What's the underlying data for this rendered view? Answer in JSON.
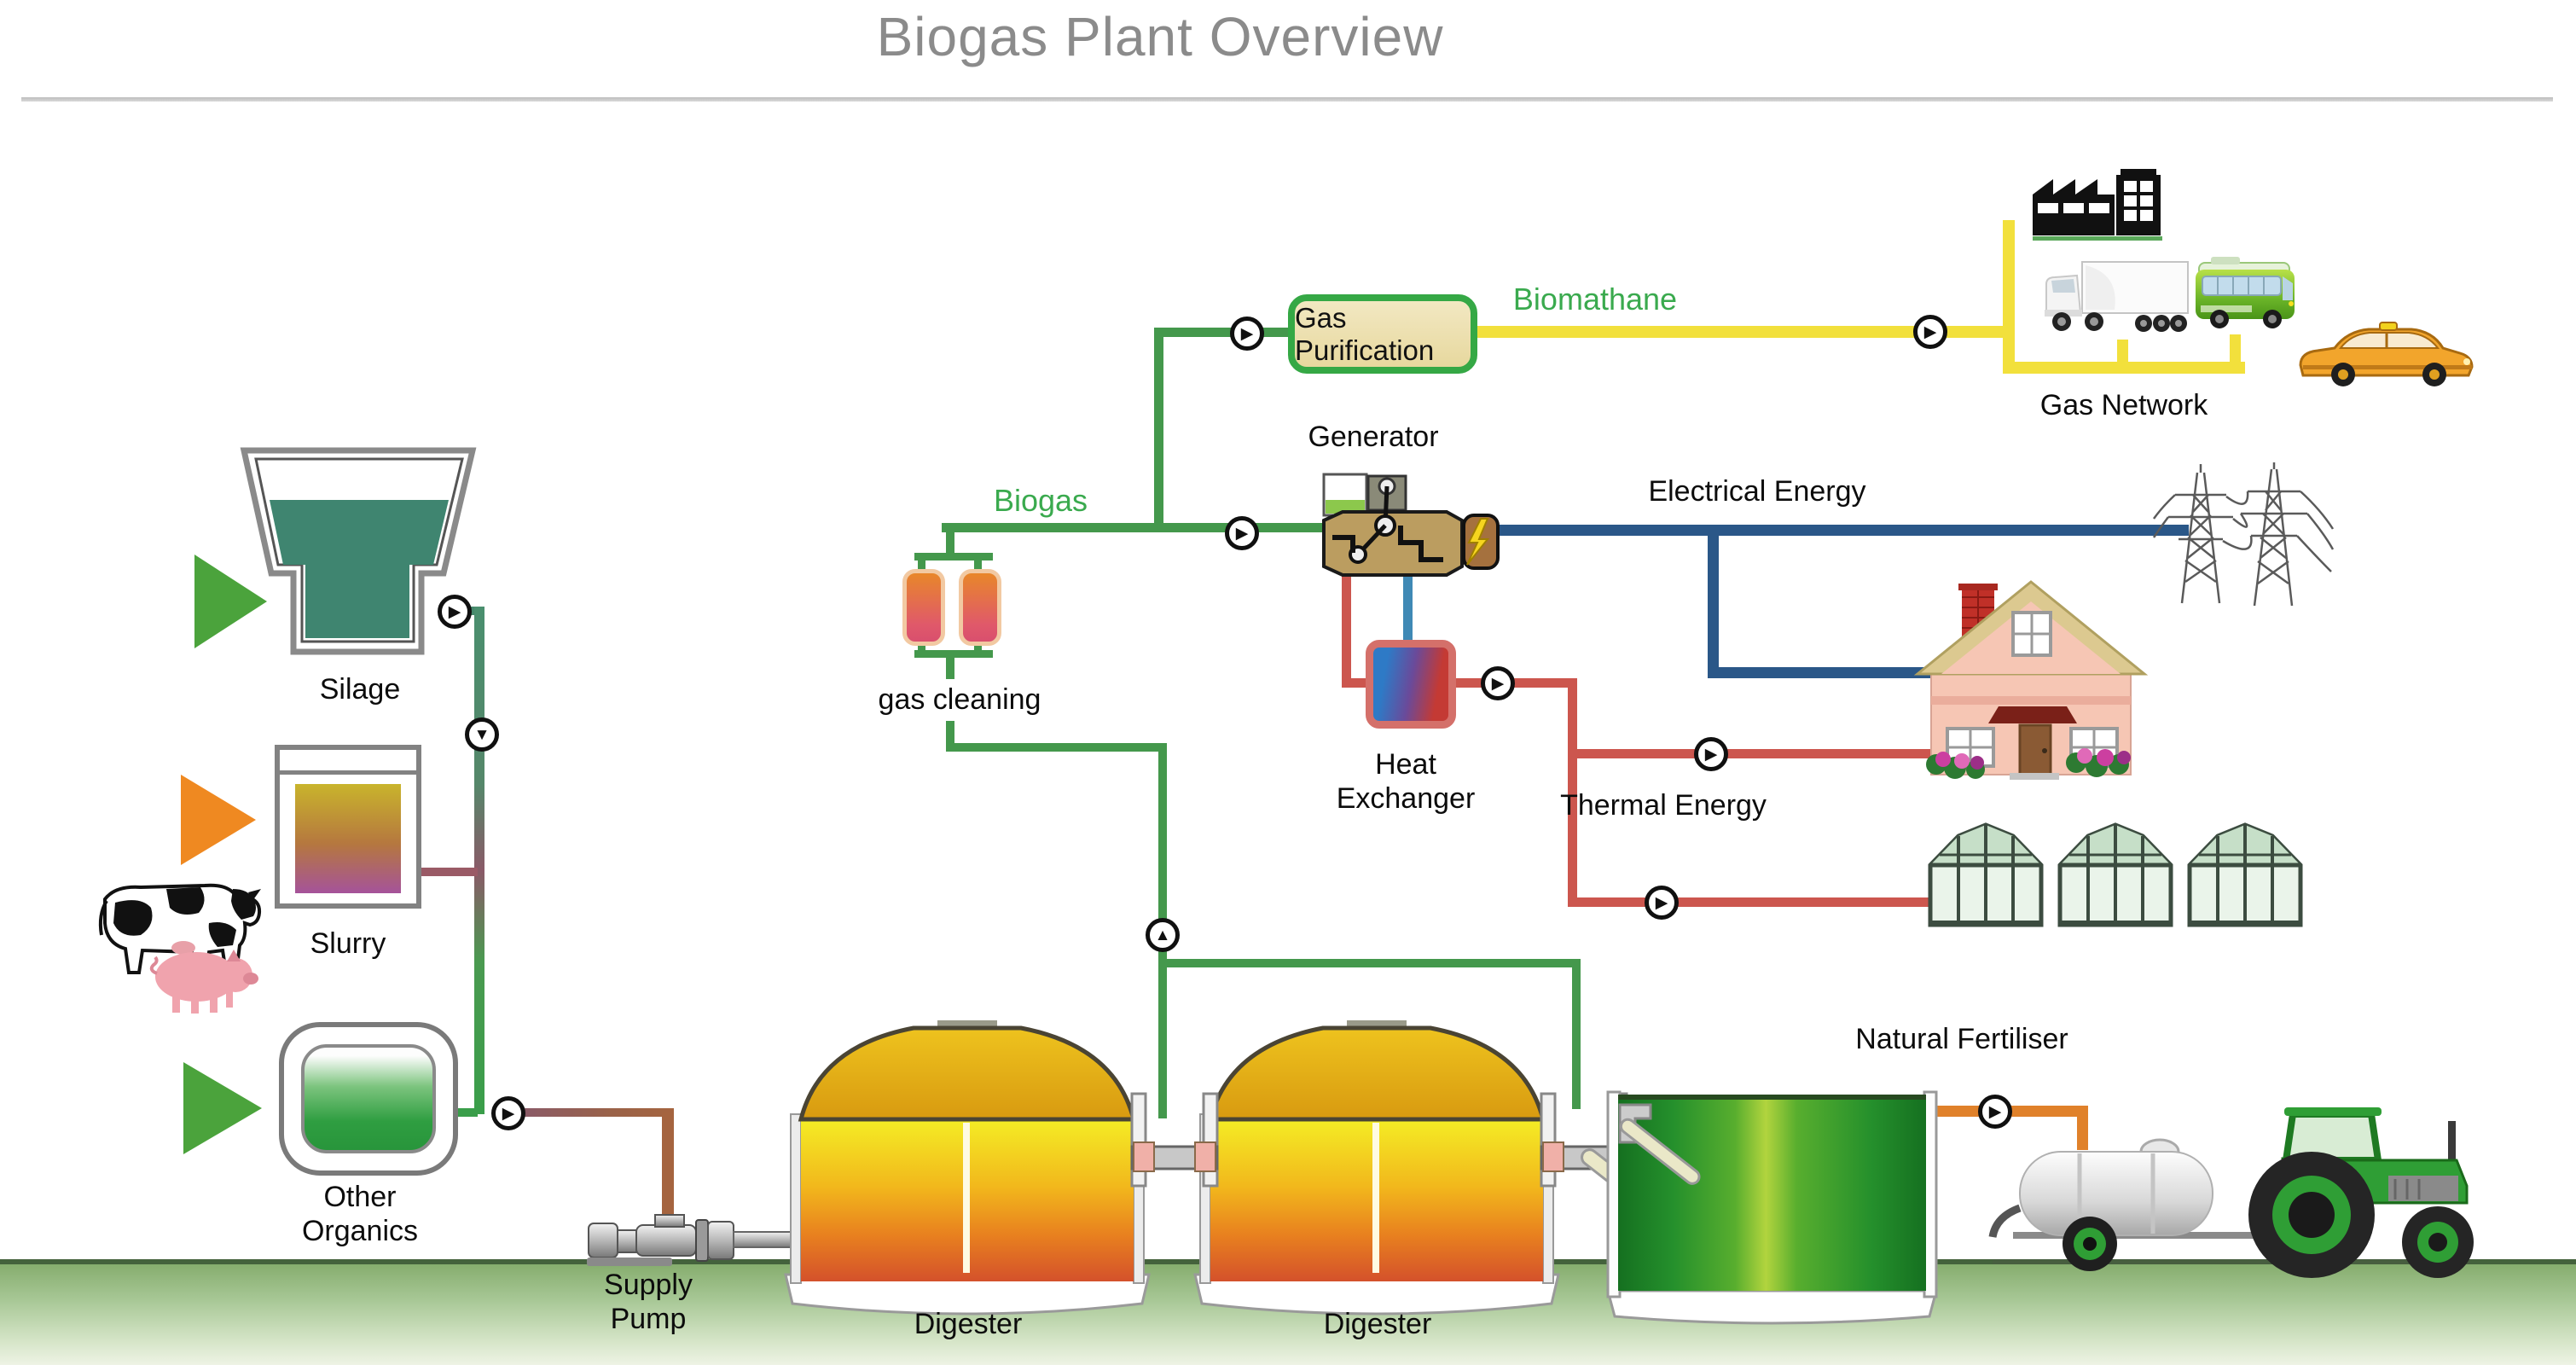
{
  "title": "Biogas Plant Overview",
  "labels": {
    "silage": "Silage",
    "slurry": "Slurry",
    "other_organics": "Other Organics",
    "supply_pump": "Supply Pump",
    "digester": "Digester",
    "gas_cleaning": "gas cleaning",
    "biogas": "Biogas",
    "gas_purification": "Gas Purification",
    "biomathane": "Biomathane",
    "generator": "Generator",
    "electrical_energy": "Electrical Energy",
    "heat_exchanger": "Heat Exchanger",
    "thermal_energy": "Thermal Energy",
    "gas_network": "Gas Network",
    "natural_fertiliser": "Natural Fertiliser"
  },
  "icons": {
    "flow_right": "▶",
    "flow_up": "▲",
    "flow_down": "▼"
  },
  "colors": {
    "title_gray": "#8b8b8b",
    "label_green": "#3aaa4e",
    "biogas_line": "#44984c",
    "biomethane_line": "#f2e03c",
    "electrical_line": "#2a5788",
    "coolant_line": "#3f89b5",
    "thermal_line": "#cc564e",
    "fertiliser_line": "#e0812a",
    "feedstock_green": "#3a9e4a",
    "slurry_line": "#9a5a66",
    "digester_top": "#f4ee25",
    "digester_bottom": "#d4512b",
    "tank_green": "#25902c",
    "purification_fill": "#ecdfae",
    "purification_border": "#35a845"
  }
}
